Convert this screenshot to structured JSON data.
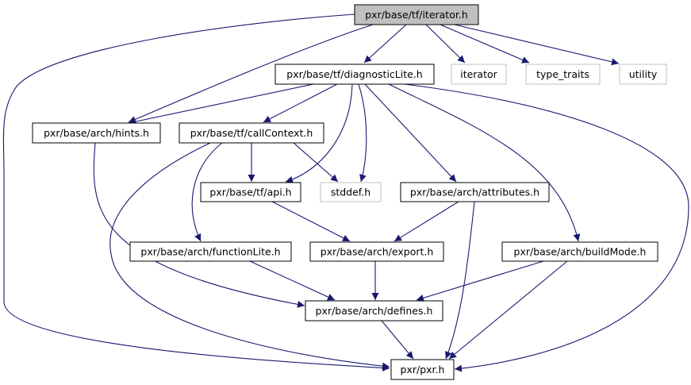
{
  "graph": {
    "nodes": {
      "iterator_h": "pxr/base/tf/iterator.h",
      "diagnosticLite": "pxr/base/tf/diagnosticLite.h",
      "iterator": "iterator",
      "type_traits": "type_traits",
      "utility": "utility",
      "hints": "pxr/base/arch/hints.h",
      "callContext": "pxr/base/tf/callContext.h",
      "api": "pxr/base/tf/api.h",
      "stddef": "stddef.h",
      "attributes": "pxr/base/arch/attributes.h",
      "functionLite": "pxr/base/arch/functionLite.h",
      "export": "pxr/base/arch/export.h",
      "buildMode": "pxr/base/arch/buildMode.h",
      "defines": "pxr/base/arch/defines.h",
      "pxr": "pxr/pxr.h"
    },
    "colors": {
      "edge": "#191970",
      "root_fill": "#bfbfbf",
      "system_border": "#bfbfbf"
    }
  }
}
